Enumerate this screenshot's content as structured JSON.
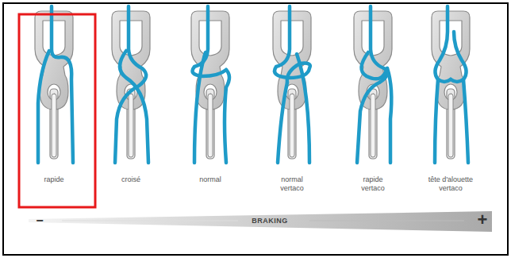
{
  "diagram": {
    "labels": [
      "rapide",
      "croisé",
      "normal",
      "normal vertaco",
      "rapide vertaco",
      "tête d'alouette vertaco",
      "−",
      "BRAKING",
      "+"
    ]
  }
}
